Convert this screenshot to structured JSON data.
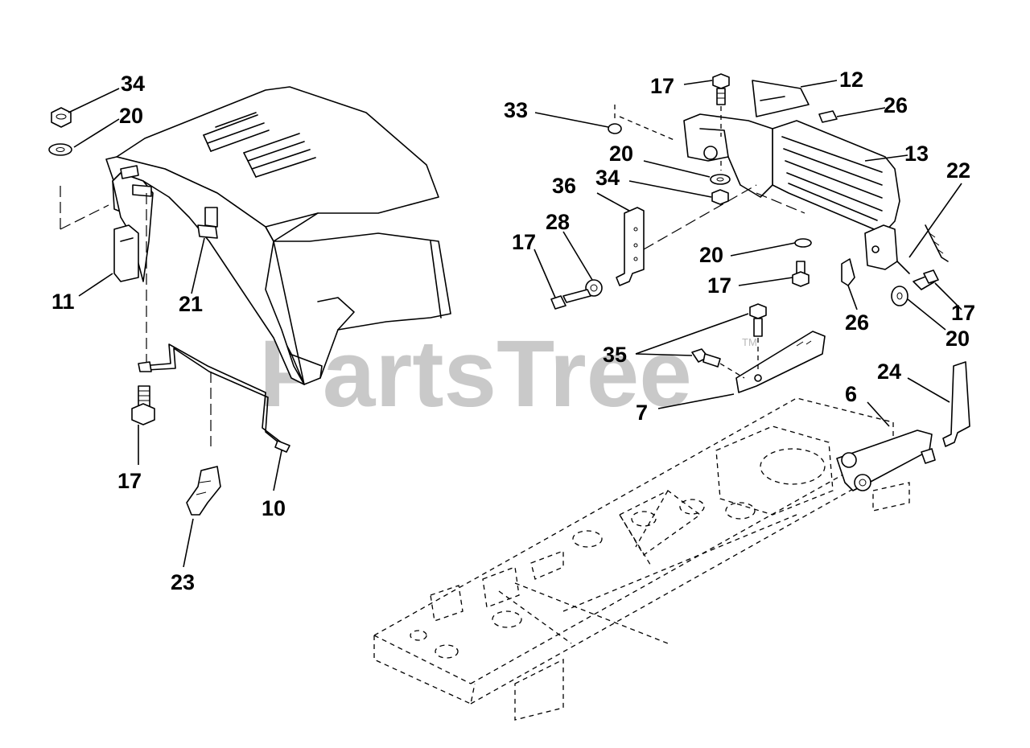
{
  "watermark": {
    "text": "PartsTree",
    "trademark": "TM"
  },
  "callouts": {
    "c34a": "34",
    "c20a": "20",
    "c11": "11",
    "c21": "21",
    "c17a": "17",
    "c10": "10",
    "c23": "23",
    "c17b": "17",
    "c12": "12",
    "c33": "33",
    "c26a": "26",
    "c13": "13",
    "c20b": "20",
    "c34b": "34",
    "c36": "36",
    "c22": "22",
    "c28": "28",
    "c17c": "17",
    "c20c": "20",
    "c17d": "17",
    "c26b": "26",
    "c17e": "17",
    "c20d": "20",
    "c35": "35",
    "c7": "7",
    "c24": "24",
    "c6": "6"
  },
  "colors": {
    "line": "#000000",
    "watermark": "#b8b8b8",
    "background": "#ffffff"
  }
}
